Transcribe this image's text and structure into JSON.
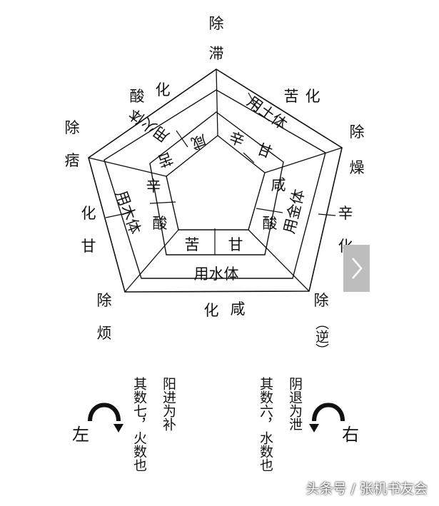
{
  "top": {
    "chu": "除",
    "zhi": "滞"
  },
  "upper_right": {
    "ku": "苦",
    "hua": "化",
    "chu": "除",
    "zao": "燥"
  },
  "upper_left": {
    "suan": "酸",
    "hua": "化",
    "chu": "除",
    "bi": "痞"
  },
  "right": {
    "xin": "辛",
    "hua": "化"
  },
  "left": {
    "hua": "化",
    "gan": "甘"
  },
  "bottom_center": {
    "hua": "化",
    "xian": "咸"
  },
  "bottom_left": {
    "chu": "除",
    "fan": "烦"
  },
  "bottom_right": {
    "chu": "除",
    "ni": "（逆）"
  },
  "outer_ring": {
    "fire": "用火体",
    "earth": "用土体",
    "metal": "用金体",
    "water": "用水体",
    "wood": "用木体"
  },
  "inner_ring": {
    "top_left_a": "苦",
    "top_left_b": "咸",
    "top_right_a": "辛",
    "top_right_b": "甘",
    "right_a": "咸",
    "right_b": "酸",
    "bottom_a": "苦",
    "bottom_b": "甘",
    "left_a": "辛",
    "left_b": "酸"
  },
  "left_note": {
    "col1": "阳进为补",
    "col2": "其数七，火数也",
    "direction": "左"
  },
  "right_note": {
    "col1": "阴退为泄",
    "col2": "其数六，水数也",
    "direction": "右"
  },
  "watermark": "头条号 / 张机书友会",
  "icons": {
    "next": "chevron-right-icon",
    "left_arrow": "counterclockwise-arrow-icon",
    "right_arrow": "clockwise-arrow-icon"
  }
}
